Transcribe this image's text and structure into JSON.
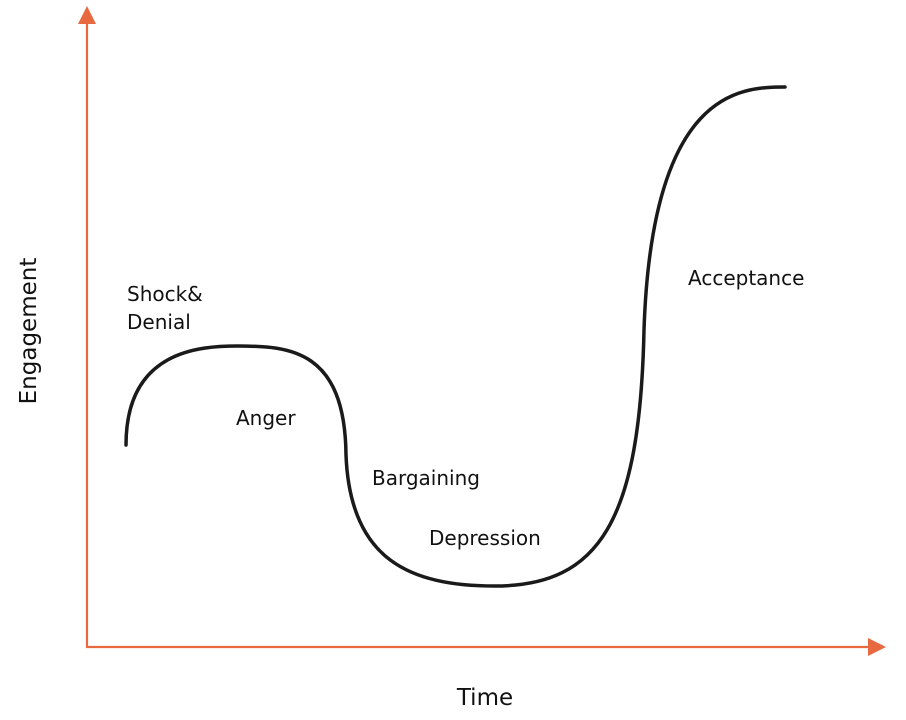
{
  "colors": {
    "axis": "#E8683F",
    "curve": "#1a1a1a",
    "text": "#111111"
  },
  "axes": {
    "x_label": "Time",
    "y_label": "Engagement"
  },
  "stages": [
    {
      "label_lines": [
        "Shock&",
        "Denial"
      ]
    },
    {
      "label_lines": [
        "Anger"
      ]
    },
    {
      "label_lines": [
        "Bargaining"
      ]
    },
    {
      "label_lines": [
        "Depression"
      ]
    },
    {
      "label_lines": [
        "Acceptance"
      ]
    }
  ]
}
